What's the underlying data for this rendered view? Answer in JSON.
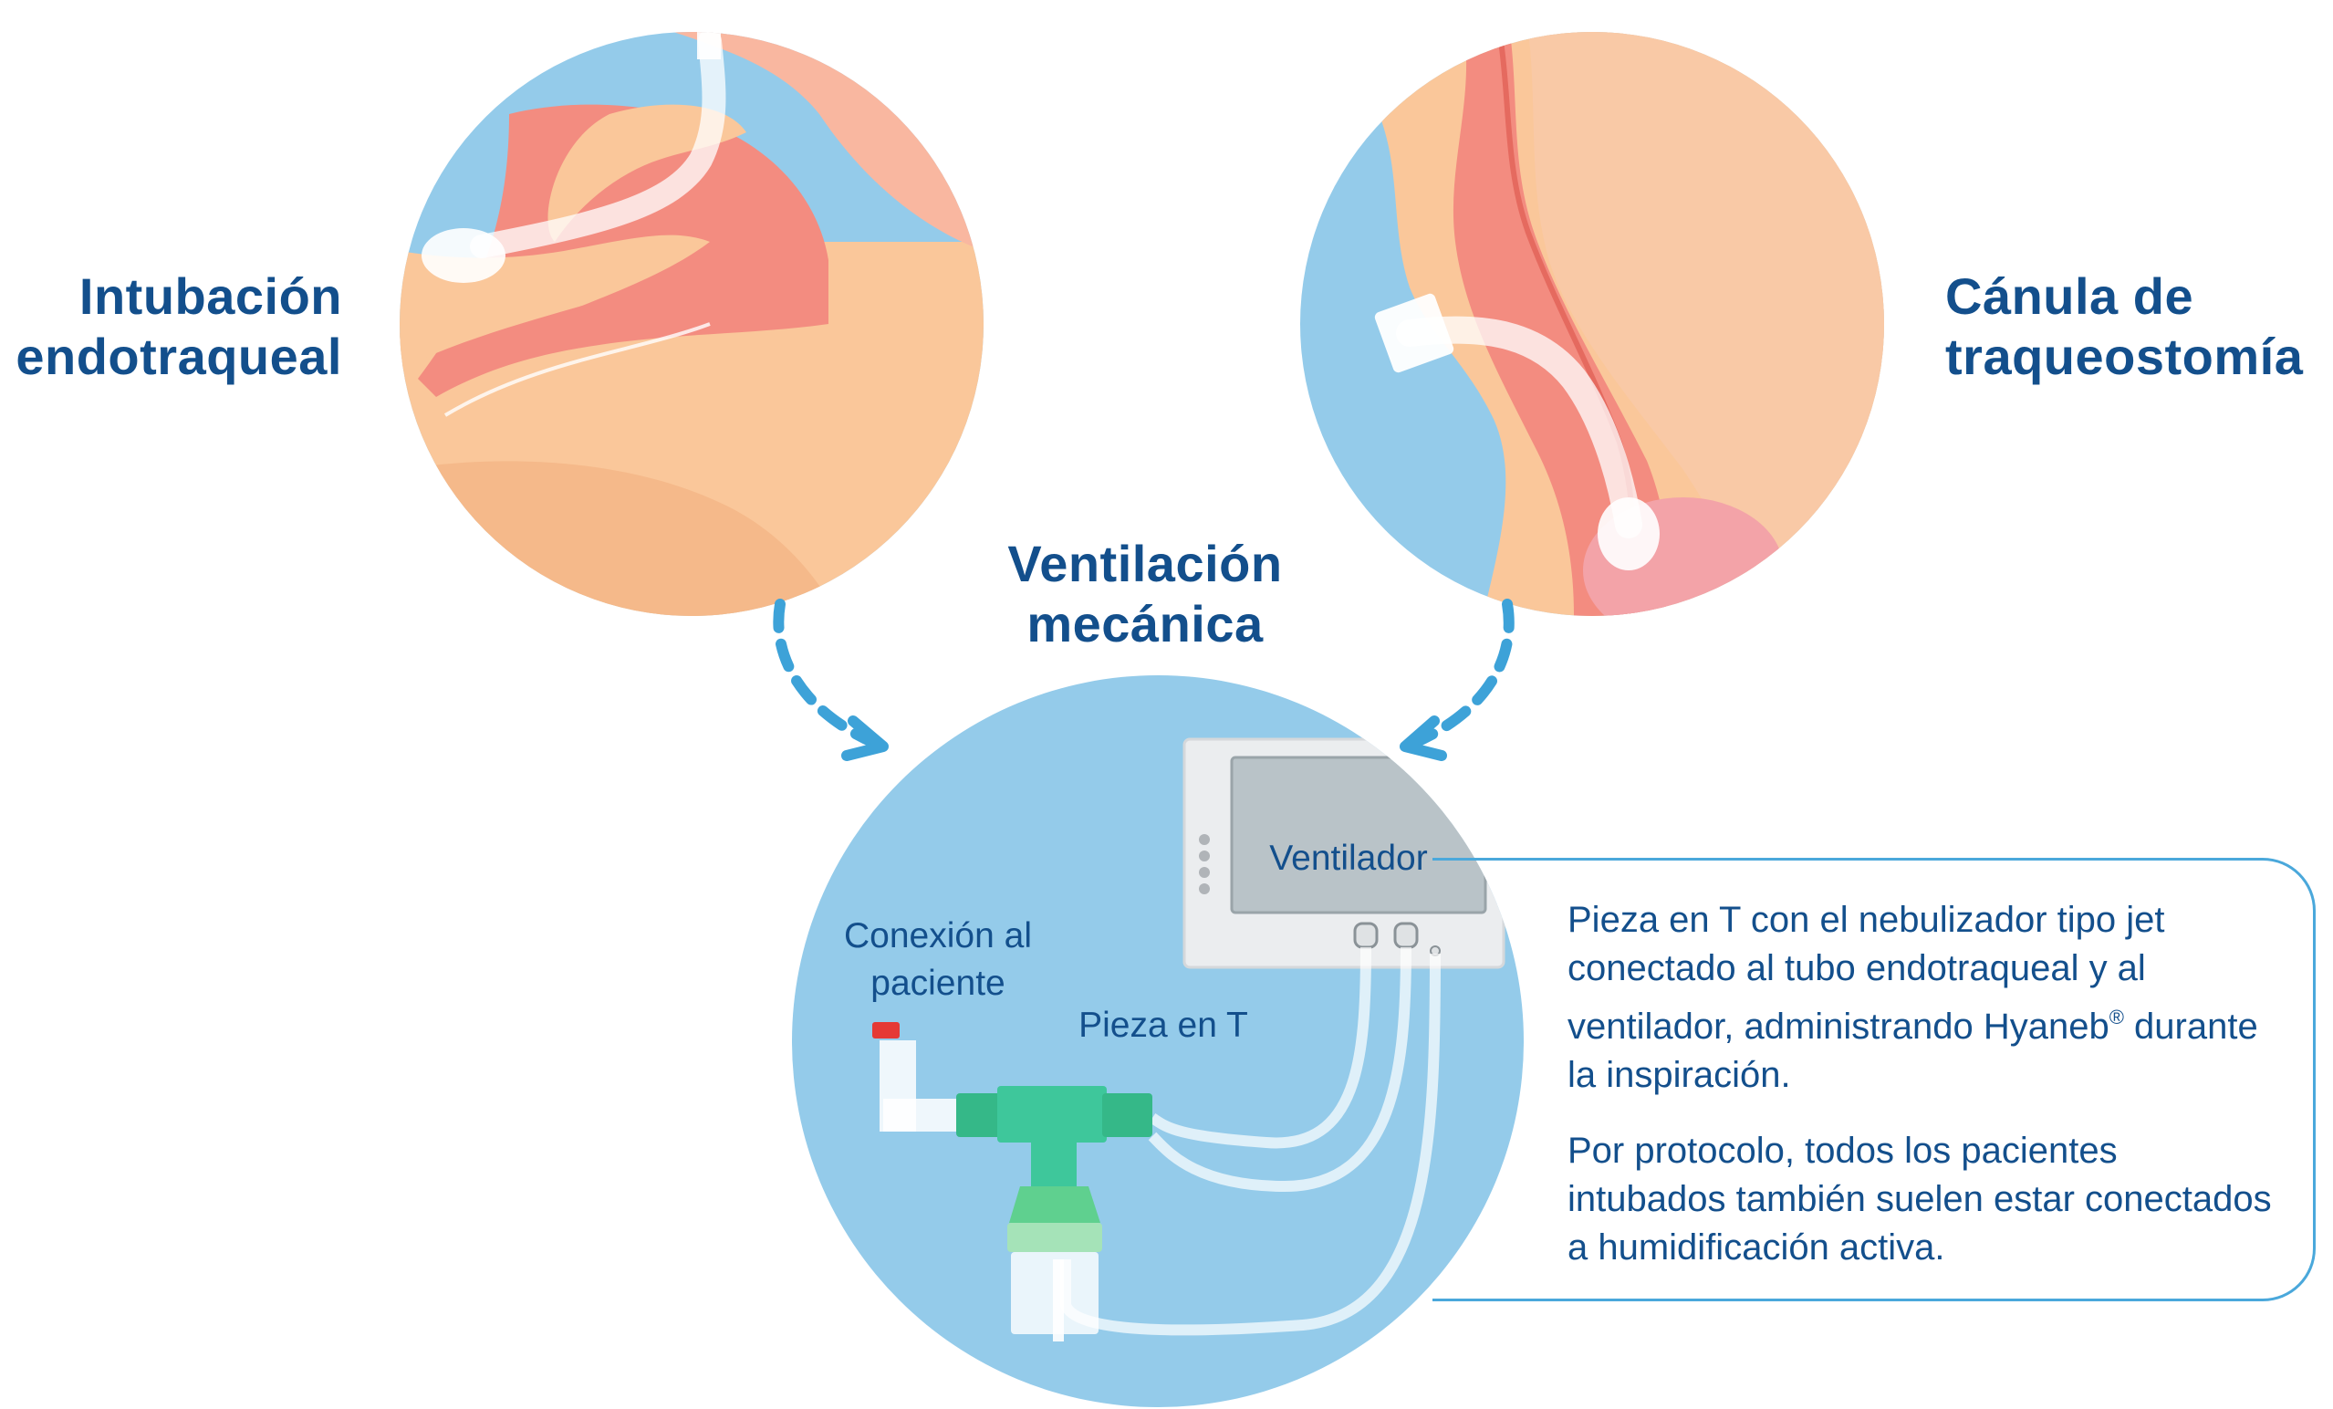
{
  "titles": {
    "intubacion": [
      "Intubación",
      "endotraqueal"
    ],
    "canula": [
      "Cánula de",
      "traqueostomía"
    ],
    "ventilacion": [
      "Ventilación",
      "mecánica"
    ]
  },
  "labels": {
    "ventilador": "Ventilador",
    "conexion": [
      "Conexión al",
      "paciente"
    ],
    "pieza": "Pieza en T"
  },
  "description": {
    "p1": "Pieza en T con el nebulizador tipo jet conectado al tubo endotraqueal y al ventilador, administrando Hyaneb",
    "p1_mark": "®",
    "p1_end": " durante la inspiración.",
    "p2": "Por protocolo, todos los pacientes intubados también suelen estar conectados a humidificación activa."
  },
  "colors": {
    "title": "#134f8c",
    "circle_bg": "#94cbea",
    "skin": "#fac79a",
    "tissue": "#f38c80",
    "accent_line": "#4aa8db",
    "t_piece": "#3ec79b"
  },
  "icons": [
    "dashed-arrow-icon",
    "ventilator-icon",
    "t-piece-icon",
    "nebulizer-icon"
  ]
}
